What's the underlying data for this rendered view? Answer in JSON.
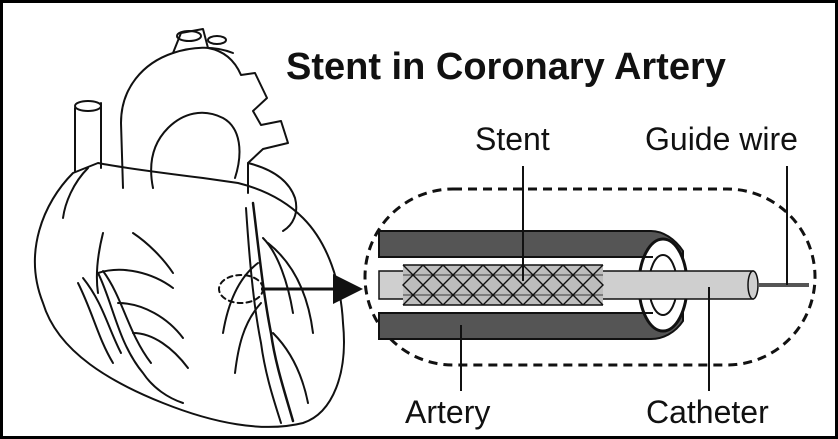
{
  "diagram": {
    "title": "Stent in Coronary Artery",
    "labels": {
      "stent": "Stent",
      "guide_wire": "Guide wire",
      "artery": "Artery",
      "catheter": "Catheter"
    },
    "colors": {
      "line": "#111111",
      "artery_wall": "#555555",
      "catheter": "#cfcfcf",
      "background": "#ffffff"
    }
  }
}
